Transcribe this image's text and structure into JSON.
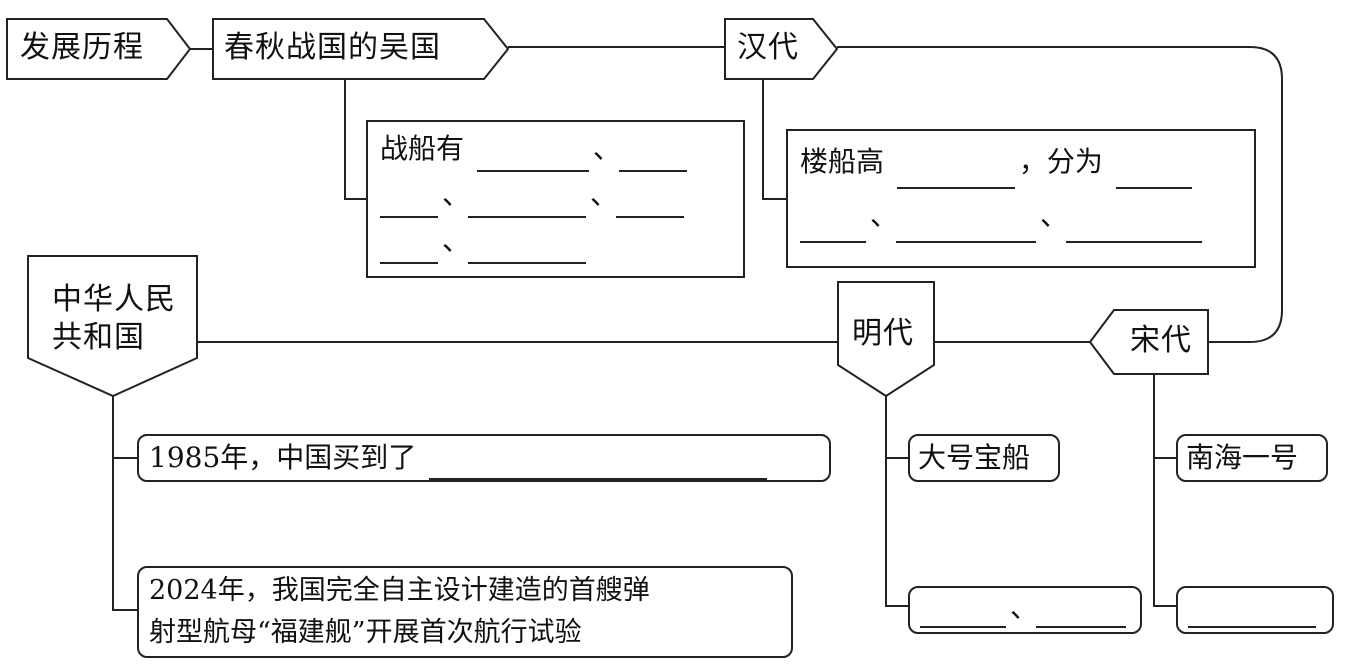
{
  "nodes": {
    "fazhan": "发展历程",
    "chunqiu": "春秋战国的吴国",
    "handai": "汉代",
    "songdai": "宋代",
    "mingdai": "明代",
    "prc_line1": "中华人民",
    "prc_line2": "共和国"
  },
  "boxes": {
    "wu_prefix": "战船有",
    "han_prefix": "楼船高",
    "han_mid": "，分为",
    "dunhao": "、",
    "prc_1985": "1985年，中国买到了",
    "prc_2024_line1": "2024年，我国完全自主设计建造的首艘弹",
    "prc_2024_line2": "射型航母“福建舰”开展首次航行试验",
    "ming_ship": "大号宝船",
    "song_ship": "南海一号"
  }
}
